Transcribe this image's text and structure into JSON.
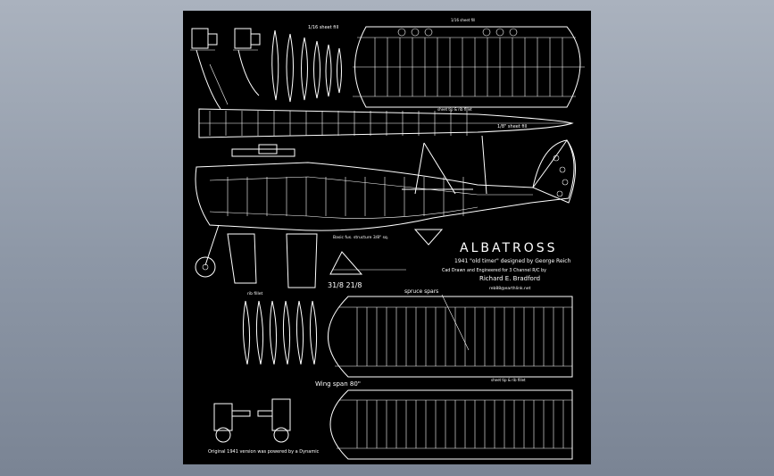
{
  "drawing": {
    "title": "ALBATROSS",
    "subtitle": "1941 \"old timer\" designed by George Reich",
    "credit_line": "Cad Drawn and Engineered for 3 Channel R/C by",
    "author": "Richard E. Bradford",
    "email": "reb88@earthlink.net",
    "top_stab_note": "1/16 sheet fill",
    "fuselage_note": "1/8\" sheet fill",
    "spruce_label": "spruce spars",
    "wingspan_label": "Wing span 80\"",
    "wing_note": "sheet tip & rib fillet",
    "fuse_structure_note": "Basic fus. structure 3/8\" sq.",
    "rib_note": "rib fillet",
    "engine_note": "Original 1941 version was powered by a Dynamic",
    "strut_label": "31/8 21/8",
    "colors": {
      "sheet": "#000000",
      "lines": "#ffffff",
      "background": "#9aa3b1"
    }
  }
}
